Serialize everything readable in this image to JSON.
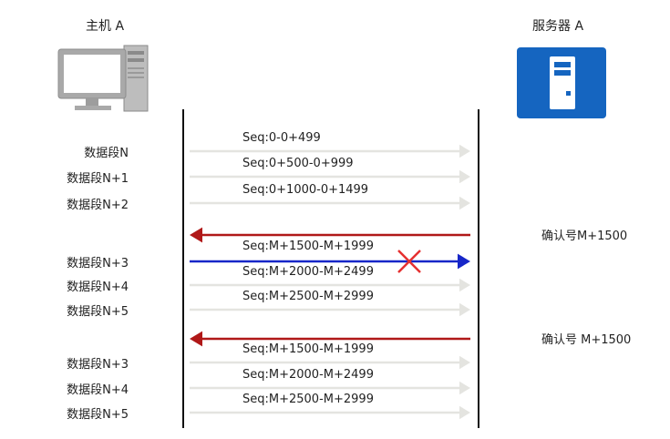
{
  "host": {
    "title": "主机 A",
    "icon": "computer-icon"
  },
  "server": {
    "title": "服务器 A",
    "icon": "server-icon",
    "icon_color": "#1565c0"
  },
  "colors": {
    "lifeline": "#111111",
    "faded_arrow": "#e4e4e0",
    "ack_arrow": "#b01818",
    "highlight_arrow": "#1726c8",
    "lost_mark": "#e53030"
  },
  "rows": [
    {
      "segment": "数据段N",
      "seq": "Seq:0-0+499"
    },
    {
      "segment": "数据段N+1",
      "seq": "Seq:0+500-0+999"
    },
    {
      "segment": "数据段N+2",
      "seq": "Seq:0+1000-0+1499"
    },
    {
      "ack": "确认号M+1500"
    },
    {
      "segment": "数据段N+3",
      "seq": "Seq:M+1500-M+1999",
      "lost": true
    },
    {
      "segment": "数据段N+4",
      "seq": "Seq:M+2000-M+2499"
    },
    {
      "segment": "数据段N+5",
      "seq": "Seq:M+2500-M+2999"
    },
    {
      "ack": "确认号 M+1500"
    },
    {
      "segment": "数据段N+3",
      "seq": "Seq:M+1500-M+1999"
    },
    {
      "segment": "数据段N+4",
      "seq": "Seq:M+2000-M+2499"
    },
    {
      "segment": "数据段N+5",
      "seq": "Seq:M+2500-M+2999"
    }
  ]
}
